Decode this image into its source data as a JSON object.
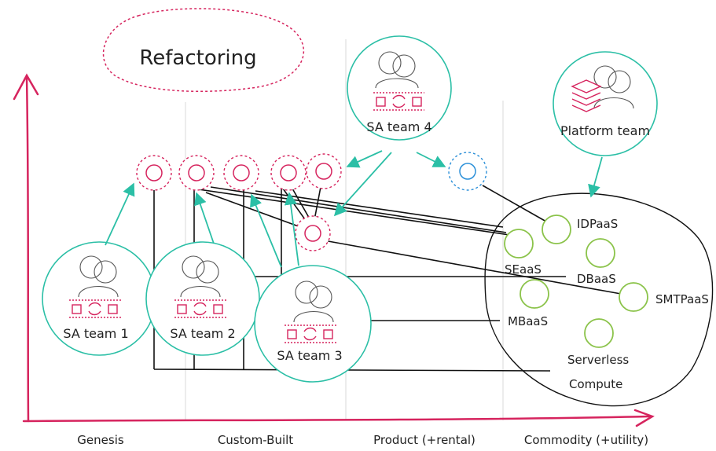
{
  "stages": [
    "Genesis",
    "Custom-Built",
    "Product (+rental)",
    "Commodity (+utility)"
  ],
  "cloud": {
    "label": "Refactoring"
  },
  "teams": {
    "sa1": "SA team 1",
    "sa2": "SA team 2",
    "sa3": "SA team 3",
    "sa4": "SA team 4",
    "platform": "Platform team"
  },
  "services": {
    "idpaas": "IDPaaS",
    "seaas": "SEaaS",
    "dbaas": "DBaaS",
    "mbaas": "MBaaS",
    "smtpaas": "SMTPaaS",
    "serverless_1": "Serverless",
    "serverless_2": "Compute"
  },
  "colors": {
    "axis": "#d6245e",
    "component": "#d6245e",
    "team_outline": "#2bbfa6",
    "arrow": "#2bbfa6",
    "service": "#8bc34a",
    "external": "#2a8fd8",
    "link": "#111111",
    "stage_divider": "#d9d9d9"
  },
  "icons": {
    "team": "people-icon",
    "practice": "team-practice-icon",
    "platform": "layers-icon"
  }
}
